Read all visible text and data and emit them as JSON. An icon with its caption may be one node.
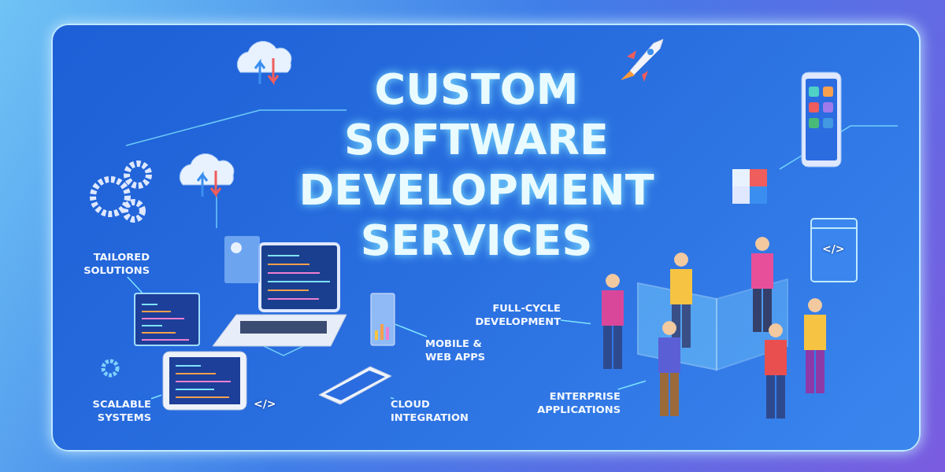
{
  "diagram": {
    "title": "CUSTOM SOFTWARE DEVELOPMENT SERVICES",
    "nodes": [
      {
        "text": [
          "TAILORED SOLUTIONS"
        ]
      },
      {
        "text": [],
        "shape": "picture"
      },
      {
        "text": [
          "SCALABLE SYSTEMS"
        ]
      },
      {
        "text": [],
        "shape": "picture"
      },
      {
        "text": [
          "MOBILE & WEB APPS"
        ]
      },
      {
        "text": [],
        "shape": "picture"
      },
      {
        "text": [
          "CLOUD INTEGRATION"
        ]
      },
      {
        "text": [],
        "shape": "picture"
      },
      {
        "text": [
          "FULL-CYCLE DEVELOPMENT"
        ]
      },
      {
        "text": [],
        "shape": "person"
      },
      {
        "text": [
          "ENTERPRISE APPLICATIONS"
        ]
      },
      {
        "text": [],
        "shape": "person"
      }
    ],
    "edges": [
      {
        "from": 0,
        "to": 1,
        "arrow": "none"
      },
      {
        "from": 2,
        "to": 3,
        "arrow": "none"
      },
      {
        "from": 4,
        "to": 5,
        "arrow": "none"
      },
      {
        "from": 6,
        "to": 7,
        "arrow": "none"
      },
      {
        "from": 8,
        "to": 9,
        "arrow": "none"
      },
      {
        "from": 10,
        "to": 11,
        "arrow": "none"
      }
    ],
    "labels": [
      "</>",
      "</>"
    ]
  }
}
